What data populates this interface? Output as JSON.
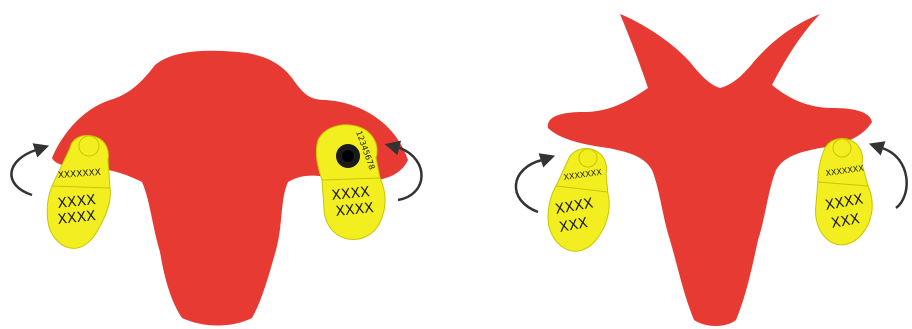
{
  "colors": {
    "head": "#E63A32",
    "tag": "#F2EE1F",
    "tag_outline": "#C9C600",
    "arrow": "#333333",
    "background": "#FFFFFF"
  },
  "left_figure": {
    "animal": "sheep",
    "left_tag": {
      "top_code": "XXXXXXX",
      "main_lines": [
        "XXXX",
        "XXXX"
      ]
    },
    "right_tag": {
      "ring_number": "12345678",
      "main_lines": [
        "XXXX",
        "XXXX"
      ]
    }
  },
  "right_figure": {
    "animal": "goat",
    "left_tag": {
      "top_code": "XXXXXXX",
      "main_lines": [
        "XXXX",
        "XXX"
      ]
    },
    "right_tag": {
      "top_code": "XXXXXXX",
      "main_lines": [
        "XXXX",
        "XXX"
      ]
    }
  },
  "icons": [
    "curved-arrow-icon",
    "ear-tag-icon"
  ]
}
